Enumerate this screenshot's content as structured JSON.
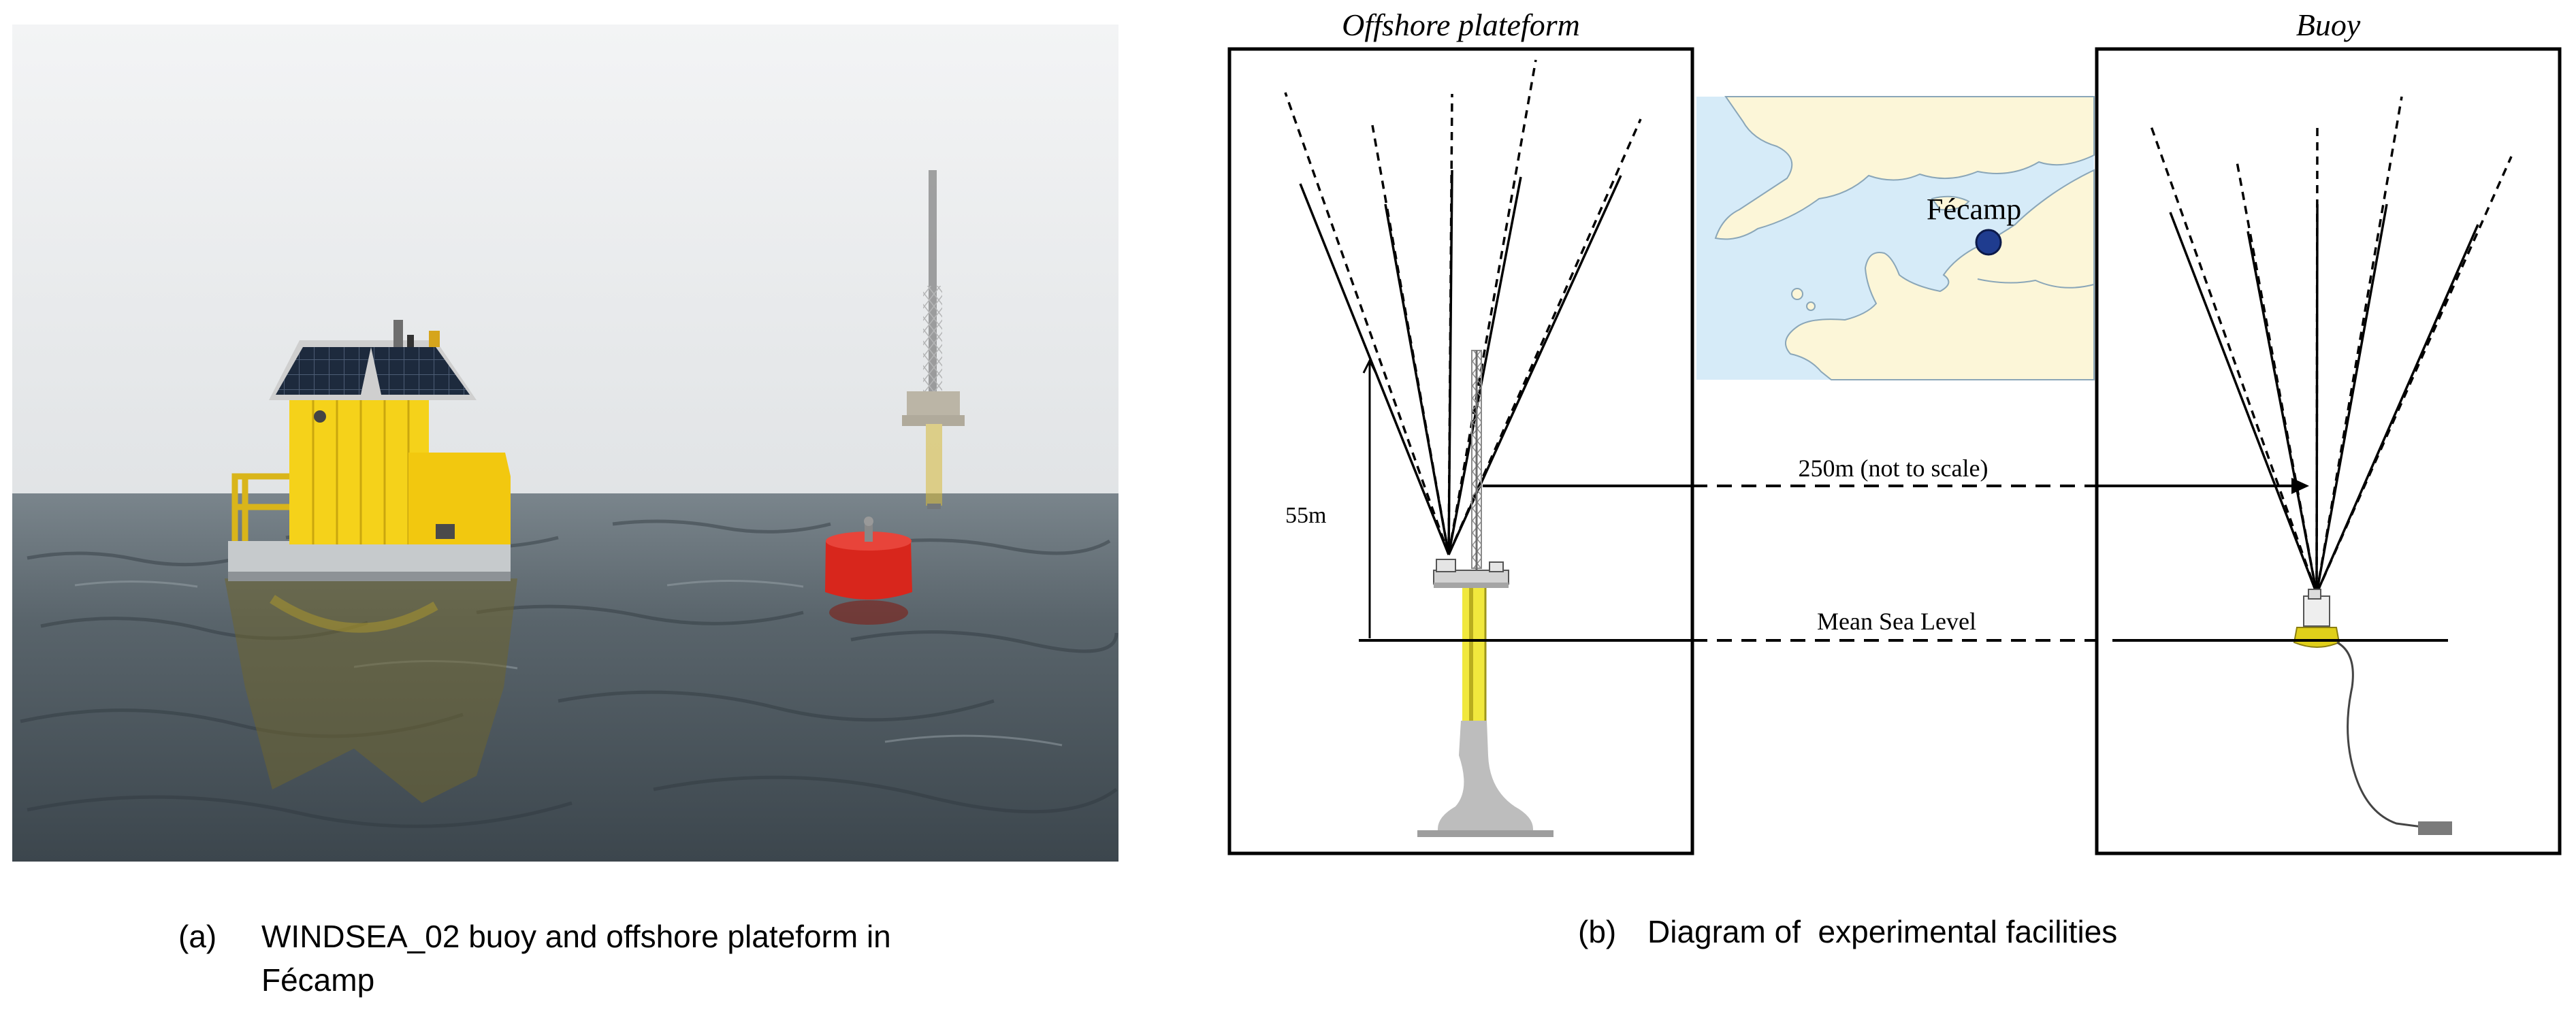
{
  "photo": {
    "caption_marker": "(a)",
    "caption_line1": "WINDSEA_02 buoy and offshore plateform in",
    "caption_line2": "Fécamp"
  },
  "diagram": {
    "caption_marker": "(b)",
    "caption_text": "Diagram of  experimental facilities",
    "offshore_title": "Offshore plateform",
    "buoy_title": "Buoy",
    "height_label": "55m",
    "distance_label": "250m (not to scale)",
    "sea_level_label": "Mean Sea Level",
    "map_label": "Fécamp"
  },
  "colors": {
    "yellow": "#f5d21a",
    "buoy_red": "#d8261c",
    "sea": "#4d5a63",
    "sky": "#e4e6e8",
    "map_sea": "#d6ebf8",
    "map_land": "#fcf6d8",
    "map_dot": "#1f3c8f",
    "structure_grey": "#bdbdbd"
  }
}
